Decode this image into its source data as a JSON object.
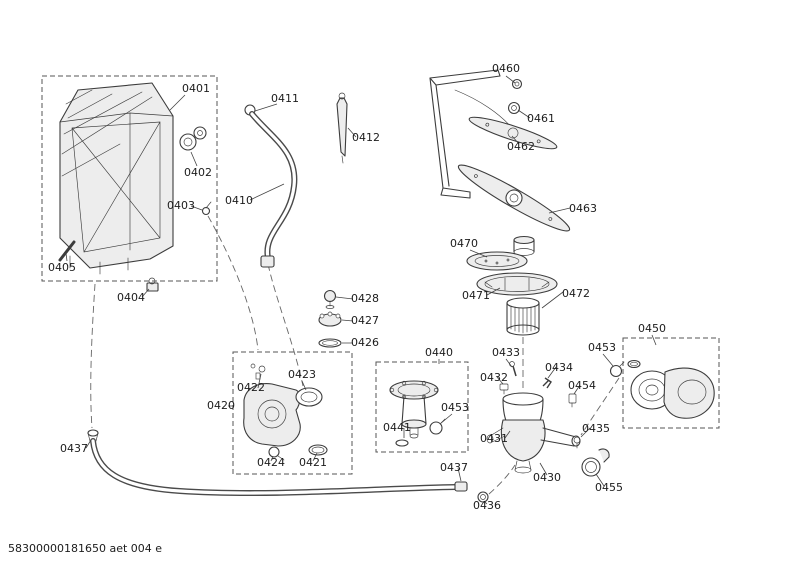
{
  "document": {
    "footer_code": "58300000181650 aet 004 e"
  },
  "diagram": {
    "type": "exploded-parts-diagram",
    "subject": "dishwasher-assembly",
    "callouts": [
      {
        "id": "0401",
        "label": "0401"
      },
      {
        "id": "0411",
        "label": "0411"
      },
      {
        "id": "0412",
        "label": "0412"
      },
      {
        "id": "0460",
        "label": "0460"
      },
      {
        "id": "0461",
        "label": "0461"
      },
      {
        "id": "0462",
        "label": "0462"
      },
      {
        "id": "0402",
        "label": "0402"
      },
      {
        "id": "0403",
        "label": "0403"
      },
      {
        "id": "0410",
        "label": "0410"
      },
      {
        "id": "0463",
        "label": "0463"
      },
      {
        "id": "0405",
        "label": "0405"
      },
      {
        "id": "0404",
        "label": "0404"
      },
      {
        "id": "0470",
        "label": "0470"
      },
      {
        "id": "0471",
        "label": "0471"
      },
      {
        "id": "0472",
        "label": "0472"
      },
      {
        "id": "0428",
        "label": "0428"
      },
      {
        "id": "0427",
        "label": "0427"
      },
      {
        "id": "0426",
        "label": "0426"
      },
      {
        "id": "0450",
        "label": "0450"
      },
      {
        "id": "0440",
        "label": "0440"
      },
      {
        "id": "0433",
        "label": "0433"
      },
      {
        "id": "0453-hose-clamp",
        "label": "0453"
      },
      {
        "id": "0434",
        "label": "0434"
      },
      {
        "id": "0432",
        "label": "0432"
      },
      {
        "id": "0423",
        "label": "0423"
      },
      {
        "id": "0422",
        "label": "0422"
      },
      {
        "id": "0454",
        "label": "0454"
      },
      {
        "id": "0420",
        "label": "0420"
      },
      {
        "id": "0441",
        "label": "0441"
      },
      {
        "id": "0453-heater-clamp",
        "label": "0453"
      },
      {
        "id": "0435",
        "label": "0435"
      },
      {
        "id": "0431",
        "label": "0431"
      },
      {
        "id": "0437-drain-hose",
        "label": "0437"
      },
      {
        "id": "0424",
        "label": "0424"
      },
      {
        "id": "0421",
        "label": "0421"
      },
      {
        "id": "0437-hose-end",
        "label": "0437"
      },
      {
        "id": "0430",
        "label": "0430"
      },
      {
        "id": "0455",
        "label": "0455"
      },
      {
        "id": "0436",
        "label": "0436"
      }
    ]
  },
  "colors": {
    "background": "#ffffff",
    "line": "#3c3c3c",
    "label": "#1c1c1c"
  }
}
